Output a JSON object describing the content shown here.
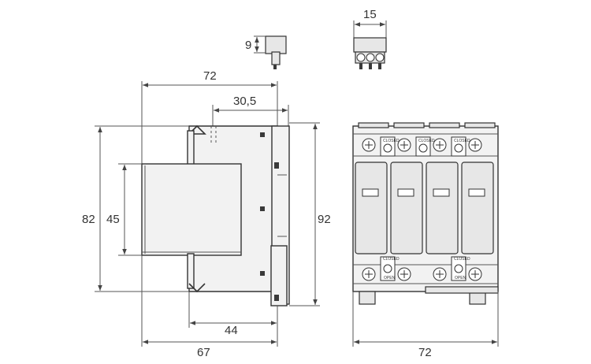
{
  "dimensions": {
    "top_total_width": "72",
    "top_partial_width": "30,5",
    "left_height": "82",
    "inner_height": "45",
    "right_height": "92",
    "bottom_inner_depth": "44",
    "bottom_depth": "67",
    "front_width": "72",
    "connector_height": "9",
    "connector_width": "15"
  },
  "labels": {
    "closed": "CLOSED",
    "open": "OPEN"
  }
}
